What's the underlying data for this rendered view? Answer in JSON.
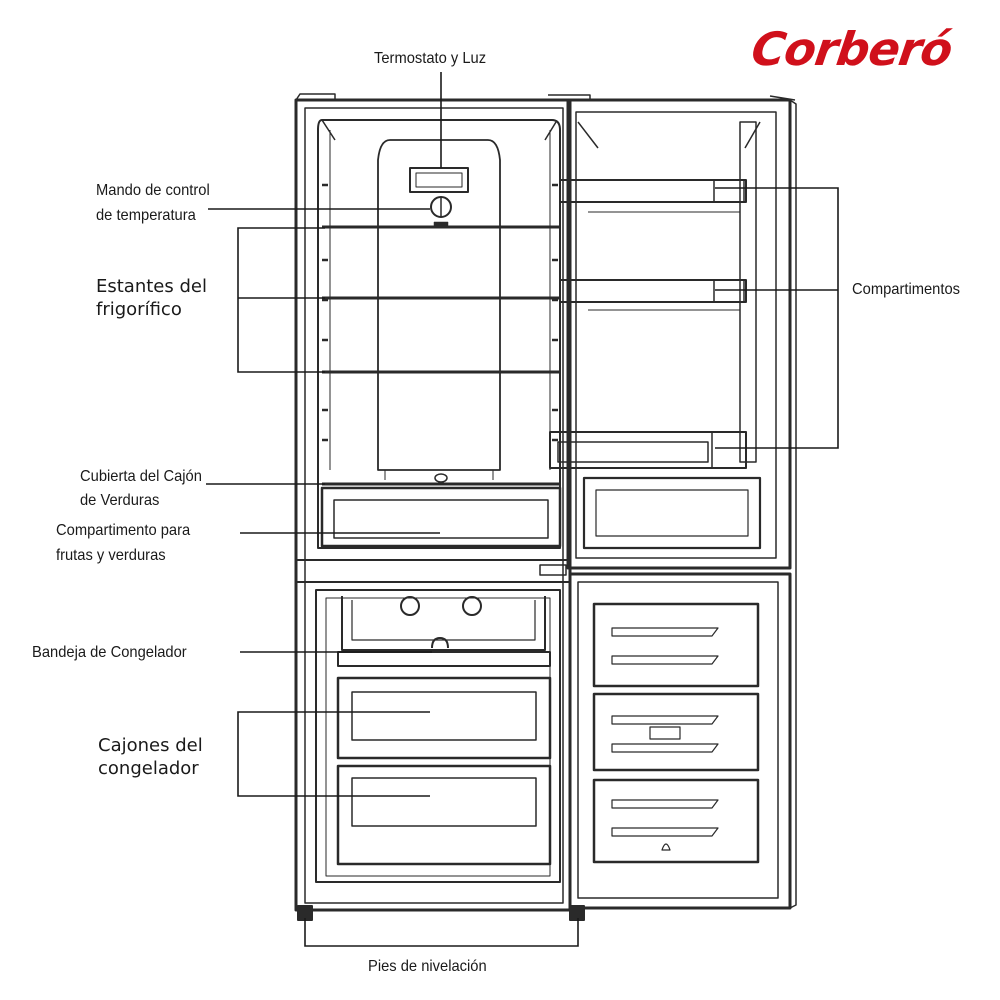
{
  "brand": {
    "name": "Corberó",
    "color": "#d0101b"
  },
  "labels": {
    "thermostat": "Termostato y Luz",
    "control_line1": "Mando de control",
    "control_line2": "de temperatura",
    "shelves_line1": "Estantes del",
    "shelves_line2": "frigorífico",
    "door_bins": "Compartimentos",
    "crisper_cover_line1": "Cubierta del Cajón",
    "crisper_cover_line2": "de Verduras",
    "crisper_line1": "Compartimento para",
    "crisper_line2": "frutas y verduras",
    "freezer_tray": "Bandeja de Congelador",
    "freezer_drawers_line1": "Cajones del",
    "freezer_drawers_line2": "congelador",
    "leveling_feet": "Pies de nivelación"
  },
  "colors": {
    "line": "#2a2a2a",
    "panel_fill": "#f4f4f4",
    "text": "#1a1a1a"
  }
}
